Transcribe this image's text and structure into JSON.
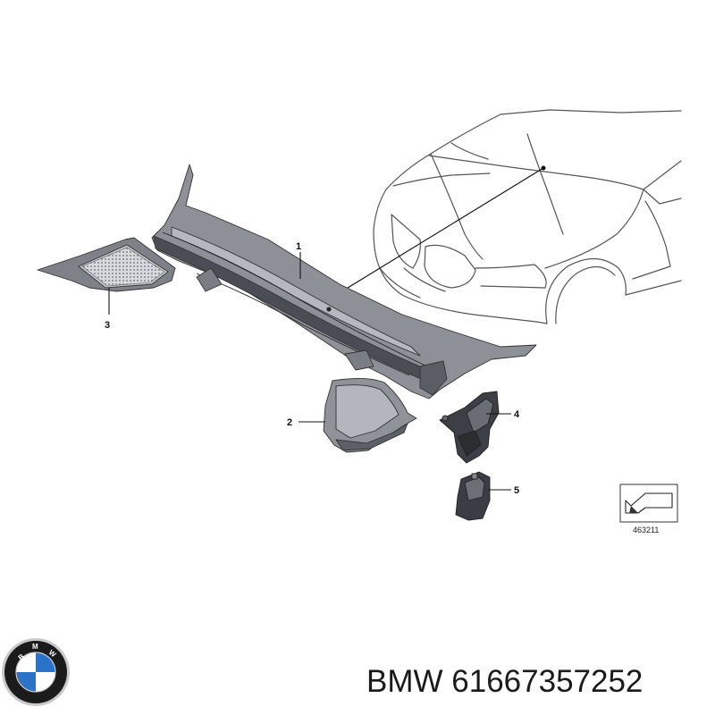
{
  "callouts": {
    "c1": "1",
    "c2": "2",
    "c3": "3",
    "c4": "4",
    "c5": "5"
  },
  "reference_code": "463211",
  "caption": {
    "brand": "BMW",
    "part_number": "61667357252"
  },
  "logo": {
    "lettering": "BMW",
    "colors": {
      "ring": "#1b1b1b",
      "blue": "#2a73c8",
      "white": "#ffffff",
      "silver": "#c9c9c9"
    }
  },
  "colors": {
    "part_fill": "#8d9097",
    "part_dark": "#4a4d54",
    "part_light": "#b5b8be",
    "outline": "#333333",
    "leader": "#111111"
  }
}
